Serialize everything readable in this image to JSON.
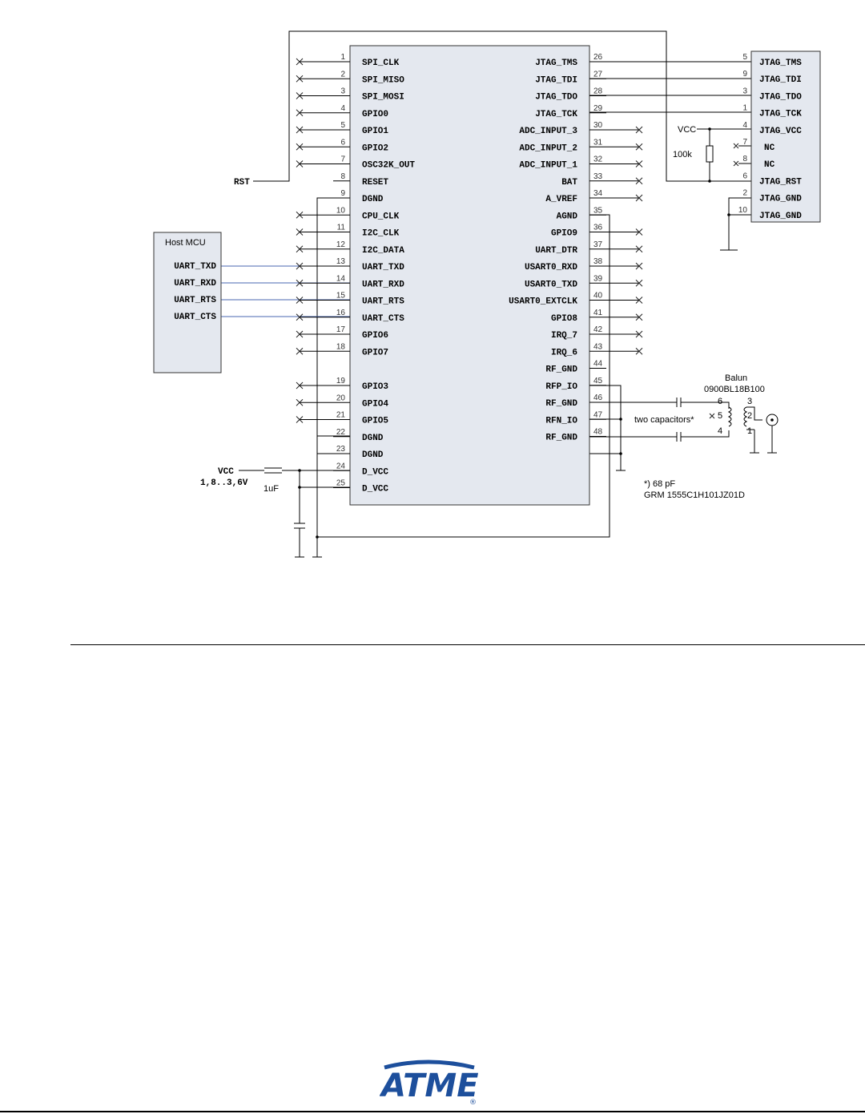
{
  "mcu": {
    "left_pins": [
      {
        "num": "1",
        "label": "SPI_CLK",
        "nc": true
      },
      {
        "num": "2",
        "label": "SPI_MISO",
        "nc": true
      },
      {
        "num": "3",
        "label": "SPI_MOSI",
        "nc": true
      },
      {
        "num": "4",
        "label": "GPIO0",
        "nc": true
      },
      {
        "num": "5",
        "label": "GPIO1",
        "nc": true
      },
      {
        "num": "6",
        "label": "GPIO2",
        "nc": true
      },
      {
        "num": "7",
        "label": "OSC32K_OUT",
        "nc": true
      },
      {
        "num": "8",
        "label": "RESET",
        "nc": false
      },
      {
        "num": "9",
        "label": "DGND",
        "nc": false
      },
      {
        "num": "10",
        "label": "CPU_CLK",
        "nc": true
      },
      {
        "num": "11",
        "label": "I2C_CLK",
        "nc": true
      },
      {
        "num": "12",
        "label": "I2C_DATA",
        "nc": true
      },
      {
        "num": "13",
        "label": "UART_TXD",
        "nc": true
      },
      {
        "num": "14",
        "label": "UART_RXD",
        "nc": true
      },
      {
        "num": "15",
        "label": "UART_RTS",
        "nc": true
      },
      {
        "num": "16",
        "label": "UART_CTS",
        "nc": true
      },
      {
        "num": "17",
        "label": "GPIO6",
        "nc": true
      },
      {
        "num": "18",
        "label": "GPIO7",
        "nc": true
      },
      {
        "num": "19",
        "label": "GPIO3",
        "nc": true
      },
      {
        "num": "20",
        "label": "GPIO4",
        "nc": true
      },
      {
        "num": "21",
        "label": "GPIO5",
        "nc": true
      },
      {
        "num": "22",
        "label": "DGND",
        "nc": false
      },
      {
        "num": "23",
        "label": "DGND",
        "nc": false
      },
      {
        "num": "24",
        "label": "D_VCC",
        "nc": false
      },
      {
        "num": "25",
        "label": "D_VCC",
        "nc": false
      }
    ],
    "right_pins": [
      {
        "num": "26",
        "label": "JTAG_TMS",
        "nc": false
      },
      {
        "num": "27",
        "label": "JTAG_TDI",
        "nc": false
      },
      {
        "num": "28",
        "label": "JTAG_TDO",
        "nc": false
      },
      {
        "num": "29",
        "label": "JTAG_TCK",
        "nc": false
      },
      {
        "num": "30",
        "label": "ADC_INPUT_3",
        "nc": true
      },
      {
        "num": "31",
        "label": "ADC_INPUT_2",
        "nc": true
      },
      {
        "num": "32",
        "label": "ADC_INPUT_1",
        "nc": true
      },
      {
        "num": "33",
        "label": "BAT",
        "nc": true
      },
      {
        "num": "34",
        "label": "A_VREF",
        "nc": true
      },
      {
        "num": "35",
        "label": "AGND",
        "nc": false
      },
      {
        "num": "36",
        "label": "GPIO9",
        "nc": true
      },
      {
        "num": "37",
        "label": "UART_DTR",
        "nc": true
      },
      {
        "num": "38",
        "label": "USART0_RXD",
        "nc": true
      },
      {
        "num": "39",
        "label": "USART0_TXD",
        "nc": true
      },
      {
        "num": "40",
        "label": "USART0_EXTCLK",
        "nc": true
      },
      {
        "num": "41",
        "label": "GPIO8",
        "nc": true
      },
      {
        "num": "42",
        "label": "IRQ_7",
        "nc": true
      },
      {
        "num": "43",
        "label": "IRQ_6",
        "nc": true
      },
      {
        "num": "44",
        "label": "RF_GND",
        "nc": false
      },
      {
        "num": "45",
        "label": "RFP_IO",
        "nc": false
      },
      {
        "num": "46",
        "label": "RF_GND",
        "nc": false
      },
      {
        "num": "47",
        "label": "RFN_IO",
        "nc": false
      },
      {
        "num": "48",
        "label": "RF_GND",
        "nc": false
      }
    ]
  },
  "jtag": {
    "pins": [
      {
        "num": "5",
        "label": "JTAG_TMS"
      },
      {
        "num": "9",
        "label": "JTAG_TDI"
      },
      {
        "num": "3",
        "label": "JTAG_TDO"
      },
      {
        "num": "1",
        "label": "JTAG_TCK"
      },
      {
        "num": "4",
        "label": "JTAG_VCC"
      },
      {
        "num": "7",
        "label": "NC"
      },
      {
        "num": "8",
        "label": "NC"
      },
      {
        "num": "6",
        "label": "JTAG_RST"
      },
      {
        "num": "2",
        "label": "JTAG_GND"
      },
      {
        "num": "10",
        "label": "JTAG_GND"
      }
    ],
    "vcc_label": "VCC",
    "resistor_label": "100k"
  },
  "host": {
    "title": "Host MCU",
    "pins": [
      "UART_TXD",
      "UART_RXD",
      "UART_RTS",
      "UART_CTS"
    ]
  },
  "labels": {
    "rst": "RST",
    "vcc": "VCC",
    "vcc_range": "1,8..3,6V",
    "cap": "1uF",
    "two_caps": "two capacitors*",
    "balun_title": "Balun",
    "balun_part": "0900BL18B100",
    "balun_pins": [
      "6",
      "5",
      "4",
      "3",
      "2",
      "1"
    ],
    "note_value": "*) 68 pF",
    "note_part": "GRM 1555C1H101JZ01D"
  },
  "logo": {
    "text": "ATMEL",
    "mark": "®"
  },
  "colors": {
    "chip_fill": "#e4e8ef",
    "uart_wire": "#4a67b0",
    "logo": "#1d4f9c"
  }
}
